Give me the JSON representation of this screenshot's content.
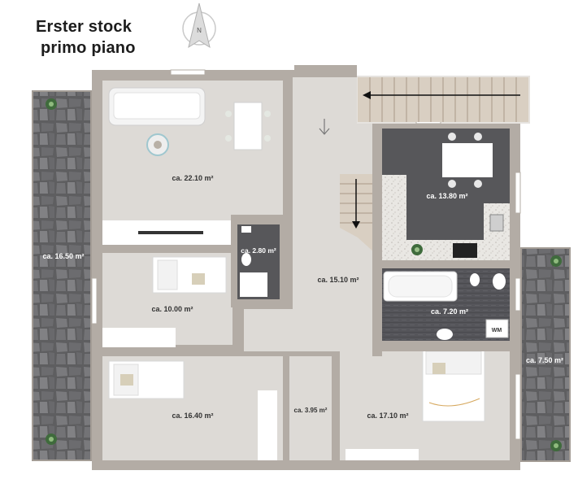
{
  "title": {
    "line1": "Erster stock",
    "line2": "primo piano"
  },
  "compass": {
    "icon": "north-arrow-icon",
    "label": "N"
  },
  "rooms": {
    "living": "ca. 22.10 m²",
    "kitchen": "ca. 13.80 m²",
    "wc": "ca. 2.80 m²",
    "hallway": "ca. 15.10 m²",
    "bedroom_small": "ca. 10.00 m²",
    "bathroom": "ca. 7.20 m²",
    "bedroom_left": "ca. 16.40 m²",
    "corridor": "ca. 3.95 m²",
    "bedroom_right": "ca. 17.10 m²",
    "terrace_left": "ca. 16.50 m²",
    "terrace_right": "ca. 7.50 m²"
  },
  "labels": {
    "washing_machine": "WM"
  },
  "colors": {
    "wall": "#b3aca5",
    "floor": "#dddad6",
    "stone": "#6e6e70",
    "dark_floor": "#57575a"
  }
}
